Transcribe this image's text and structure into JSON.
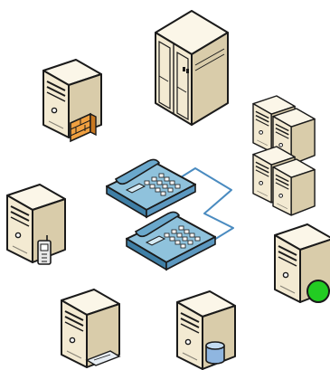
{
  "diagram": {
    "background_color": "#ffffff",
    "colors": {
      "case_front": "#f3ead2",
      "case_side": "#d9ccaa",
      "case_top": "#fbf6e8",
      "outline": "#1a1a1a",
      "phone_body": "#8fc2dc",
      "phone_dark": "#3f7fa6",
      "phone_cable": "#4a8bc0",
      "firewall_orange": "#f0a040",
      "database_blue": "#8fb6e0",
      "status_green": "#22cc22",
      "mobile_gray": "#e8e8e8"
    },
    "nodes": [
      {
        "id": "server-firewall",
        "icon": "server-with-firewall-icon"
      },
      {
        "id": "mainframe",
        "icon": "mainframe-cabinet-icon"
      },
      {
        "id": "server-cluster",
        "icon": "server-cluster-icon"
      },
      {
        "id": "server-mobile",
        "icon": "server-with-mobile-phone-icon"
      },
      {
        "id": "ip-phones",
        "icon": "ip-phone-pair-icon"
      },
      {
        "id": "server-status",
        "icon": "server-with-status-indicator-icon"
      },
      {
        "id": "server-card",
        "icon": "server-with-card-icon"
      },
      {
        "id": "server-database",
        "icon": "server-with-database-icon"
      }
    ]
  }
}
